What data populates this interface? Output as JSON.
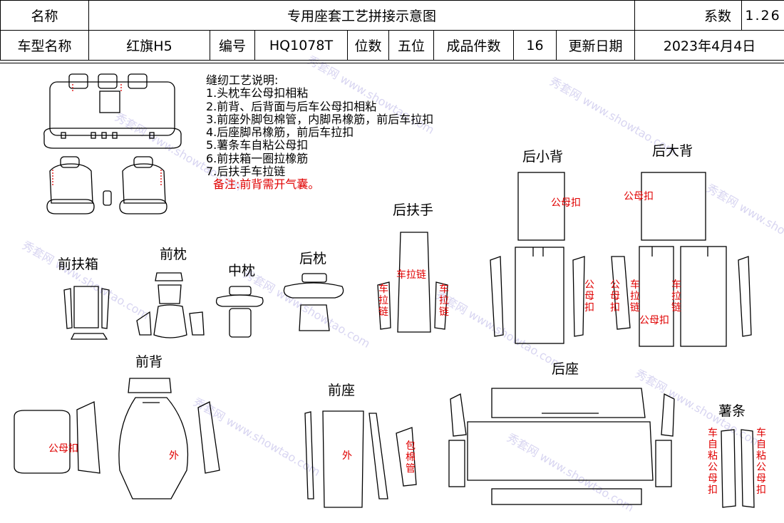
{
  "header": {
    "name_label": "名称",
    "doc_title": "专用座套工艺拼接示意图",
    "coef_label": "系数",
    "coef_value": "1.26",
    "model_label": "车型名称",
    "model_value": "红旗H5",
    "code_label": "编号",
    "code_value": "HQ1078T",
    "seats_label": "位数",
    "seats_value": "五位",
    "pieces_label": "成品件数",
    "pieces_value": "16",
    "date_label": "更新日期",
    "date_value": "2023年4月4日"
  },
  "notes": {
    "heading": "缝纫工艺说明:",
    "items": [
      "1.头枕车公母扣相粘",
      "2.前背、后背面与后车公母扣相粘",
      "3.前座外脚包棉管，内脚吊橡筋，前后车拉扣",
      "4.后座脚吊橡筋，前后车拉扣",
      "5.薯条车自粘公母扣",
      "6.前扶箱一圈拉橡筋",
      "7.后扶手车拉链"
    ],
    "remark": "备注:前背需开气囊。"
  },
  "sections": {
    "front_armbox": "前扶箱",
    "front_pillow": "前枕",
    "mid_pillow": "中枕",
    "rear_pillow": "后枕",
    "rear_armrest": "后扶手",
    "rear_small_back": "后小背",
    "rear_big_back": "后大背",
    "front_back": "前背",
    "front_seat": "前座",
    "rear_seat": "后座",
    "fries_strip": "薯条"
  },
  "labels": {
    "snap": "公母扣",
    "zip": "车拉链",
    "zip_v": "车拉链",
    "outer": "外",
    "cotton_tube": "包棉管",
    "self_snap": "车自粘公母扣"
  },
  "watermark": {
    "cn": "秀套网",
    "url": "www.showtao.com"
  }
}
